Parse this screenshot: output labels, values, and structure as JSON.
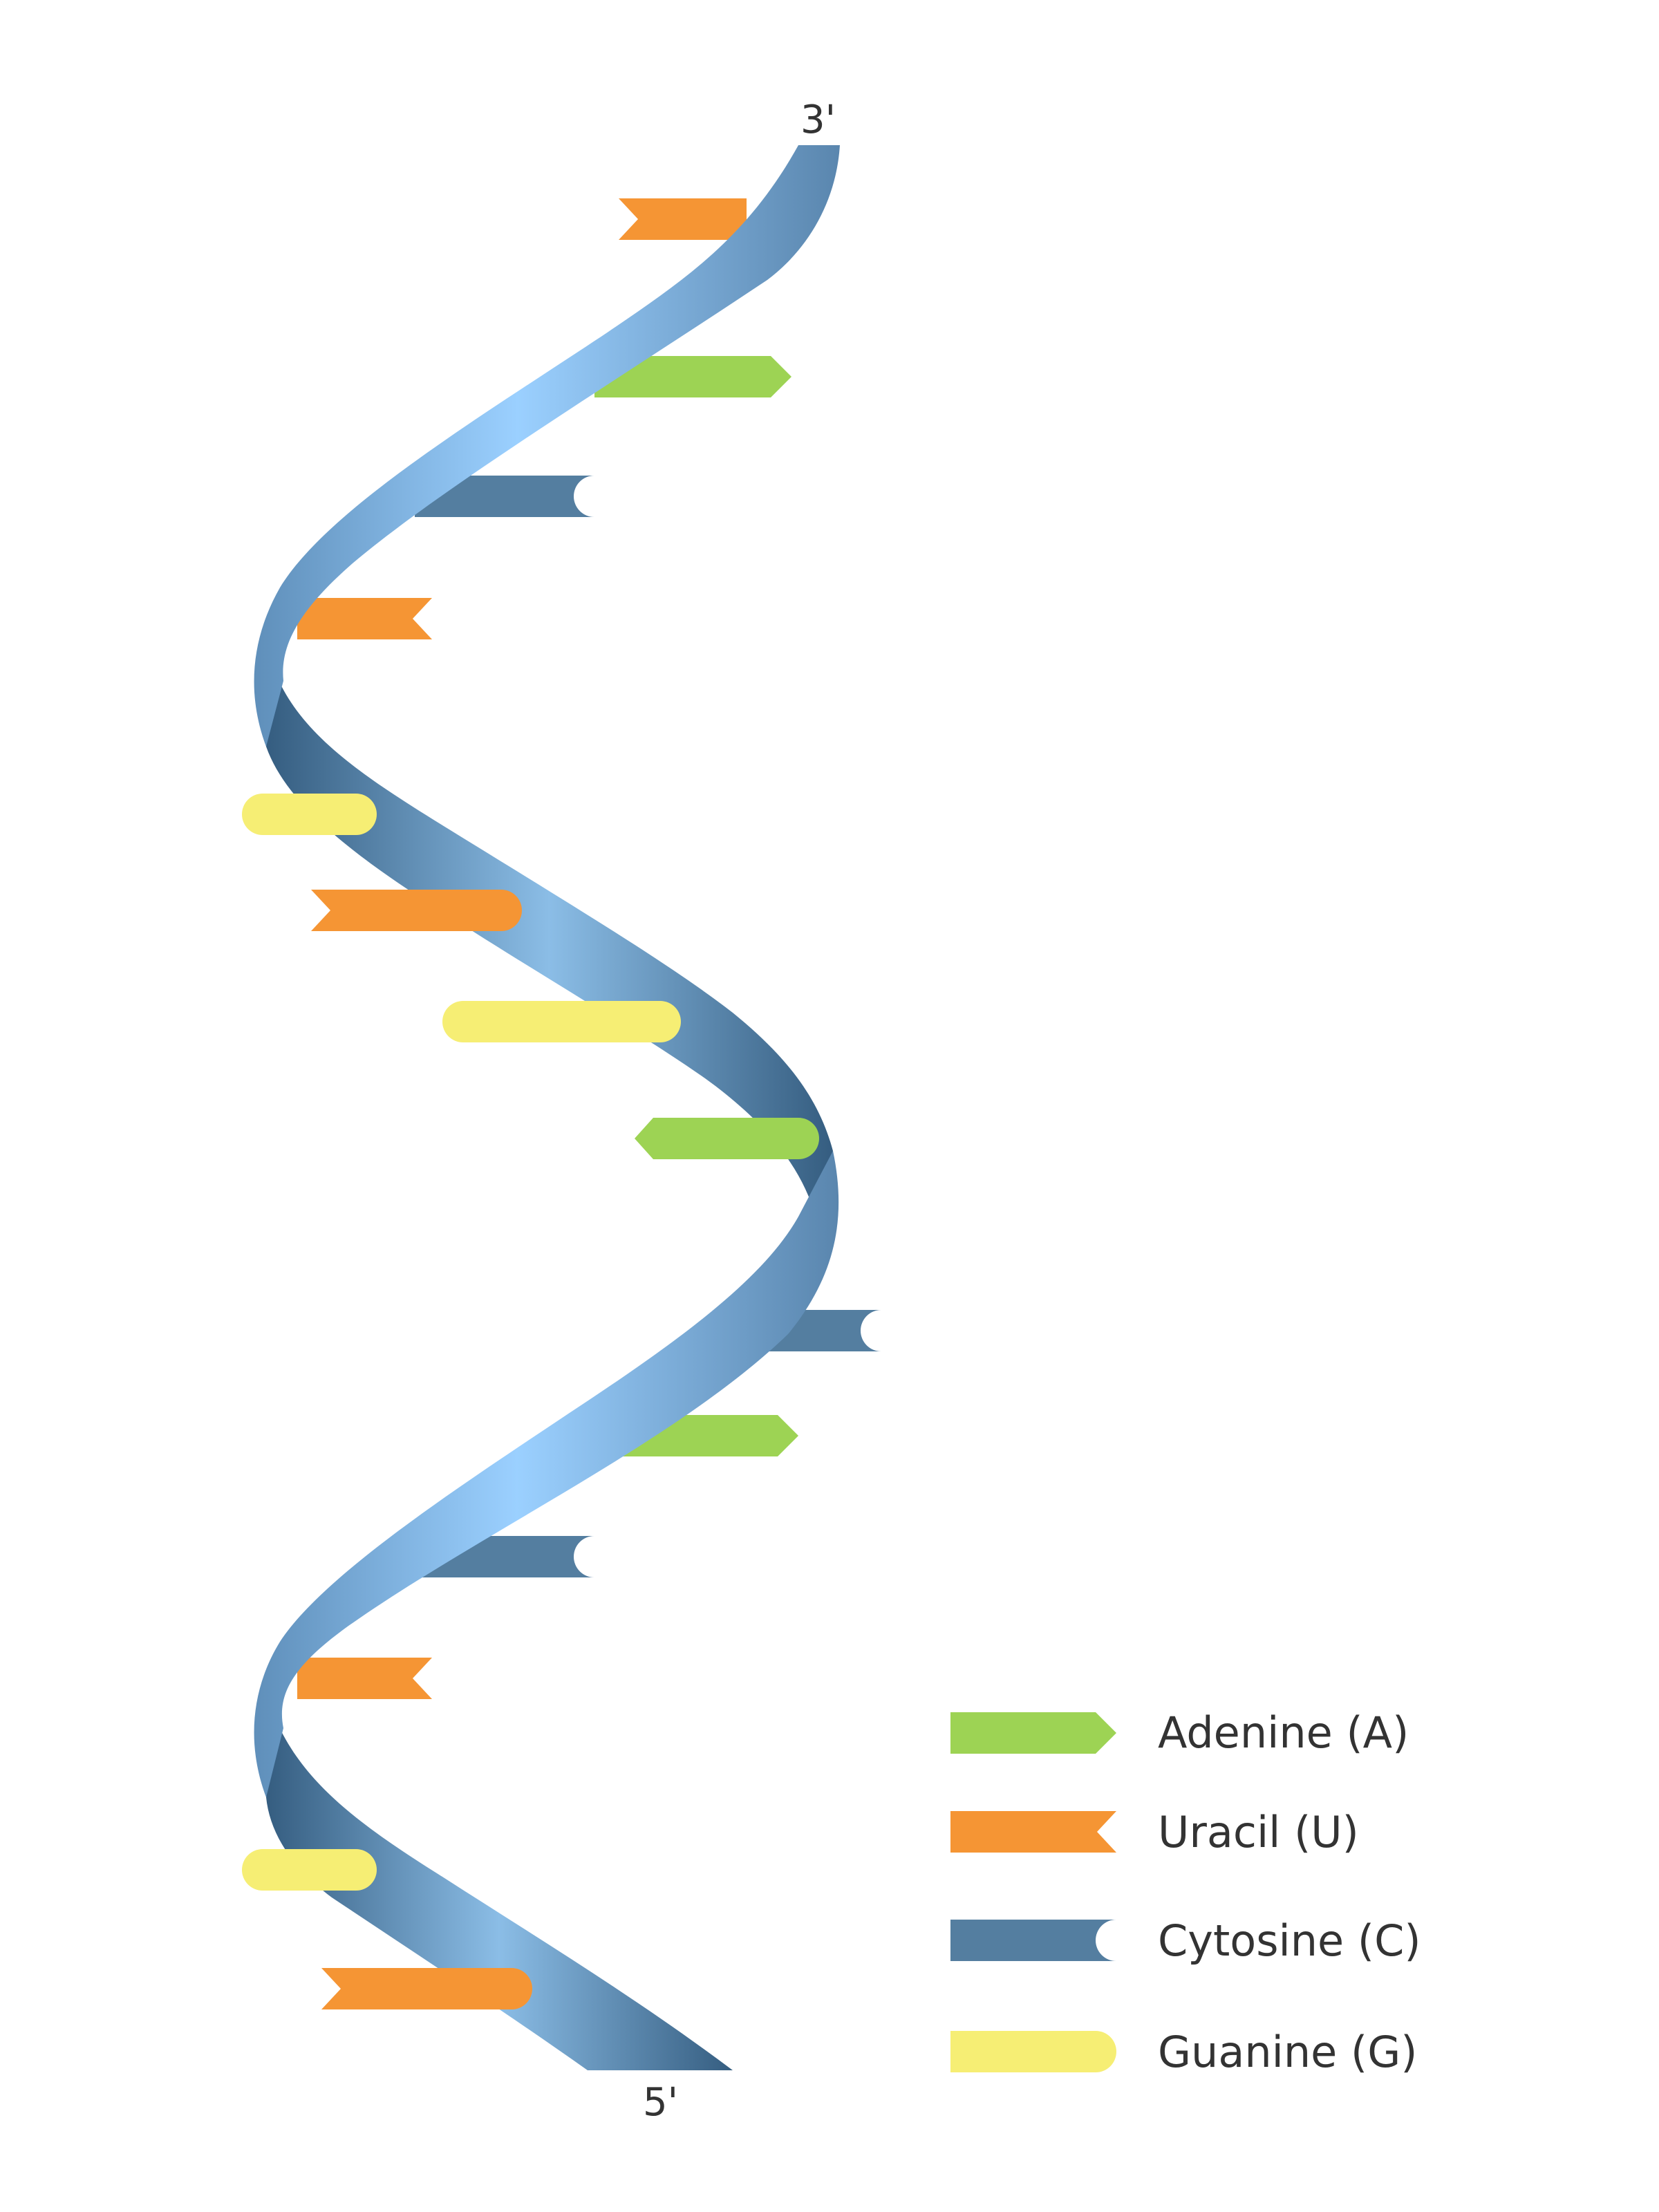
{
  "strand_ends": {
    "top": "3'",
    "bottom": "5'"
  },
  "legend": [
    {
      "key": "adenine",
      "label": "Adenine (A)",
      "shape": "arrow-tip",
      "color": "#9dd354"
    },
    {
      "key": "uracil",
      "label": "Uracil (U)",
      "shape": "notch",
      "color": "#f59534"
    },
    {
      "key": "cytosine",
      "label": "Cytosine (C)",
      "shape": "cup",
      "color": "#547ea0"
    },
    {
      "key": "guanine",
      "label": "Guanine (G)",
      "shape": "round",
      "color": "#f6ee74"
    }
  ],
  "bases_top_to_bottom": [
    "U",
    "A",
    "C",
    "U",
    "G",
    "U",
    "G",
    "A",
    "C",
    "A",
    "C",
    "U",
    "G",
    "U"
  ],
  "colors": {
    "ribbon_light": "#9bd0ff",
    "ribbon_mid": "#6a9bc8",
    "ribbon_dark": "#355d80"
  }
}
